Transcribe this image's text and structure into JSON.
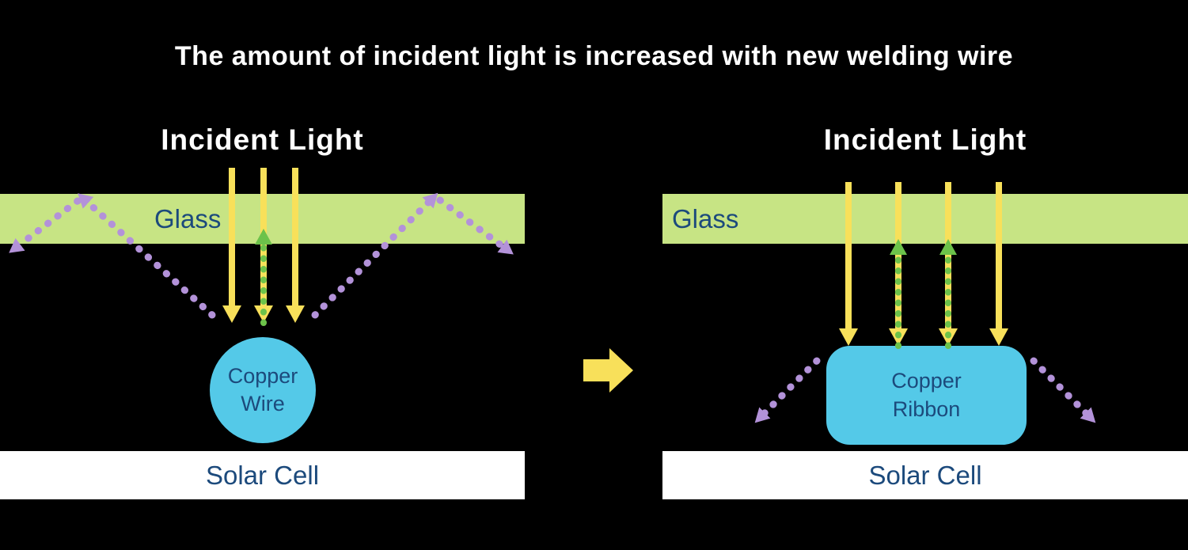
{
  "title": "The amount of incident light is increased with new welding wire",
  "colors": {
    "background": "#000000",
    "text_light": "#ffffff",
    "text_navy": "#1c4a7c",
    "glass": "#c7e484",
    "yellow": "#f8e05a",
    "green": "#6cc24a",
    "purple": "#b392d9",
    "cyan": "#54c9e8",
    "solar_cell": "#ffffff"
  },
  "left_panel": {
    "incident_light_label": "Incident Light",
    "glass_label": "Glass",
    "copper_label": "Copper\nWire",
    "solar_cell_label": "Solar Cell",
    "incident_ray_count": 3,
    "transmitted_ray_count": 1,
    "reflected_ray_count": 2
  },
  "right_panel": {
    "incident_light_label": "Incident Light",
    "glass_label": "Glass",
    "copper_label": "Copper\nRibbon",
    "solar_cell_label": "Solar Cell",
    "incident_ray_count": 4,
    "transmitted_ray_count": 2,
    "reflected_ray_count": 2
  }
}
